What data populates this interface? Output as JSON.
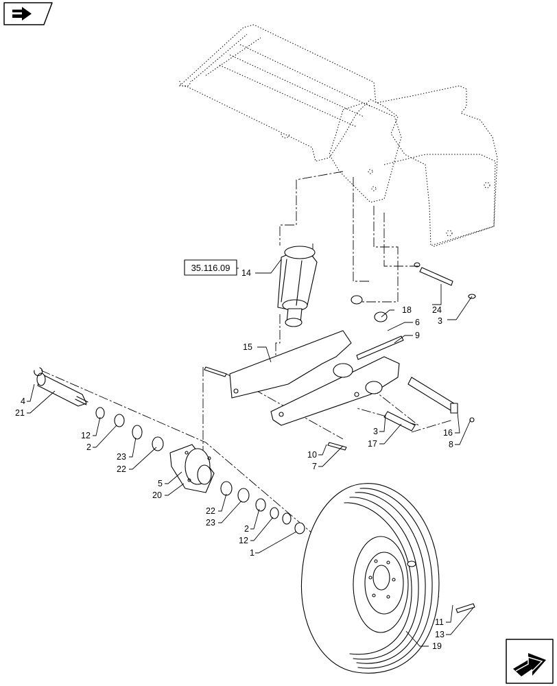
{
  "diagram": {
    "reference": "35.116.09",
    "icons": [
      "prev-page-icon",
      "next-page-icon"
    ]
  },
  "callouts": {
    "c1": "1",
    "c2": "2",
    "c3": "3",
    "c4": "4",
    "c5": "5",
    "c6": "6",
    "c7": "7",
    "c8": "8",
    "c9": "9",
    "c10": "10",
    "c11": "11",
    "c12": "12",
    "c13": "13",
    "c14": "14",
    "c15": "15",
    "c16": "16",
    "c17": "17",
    "c18": "18",
    "c19": "19",
    "c20": "20",
    "c21": "21",
    "c22": "22",
    "c23": "23",
    "c24": "24"
  }
}
